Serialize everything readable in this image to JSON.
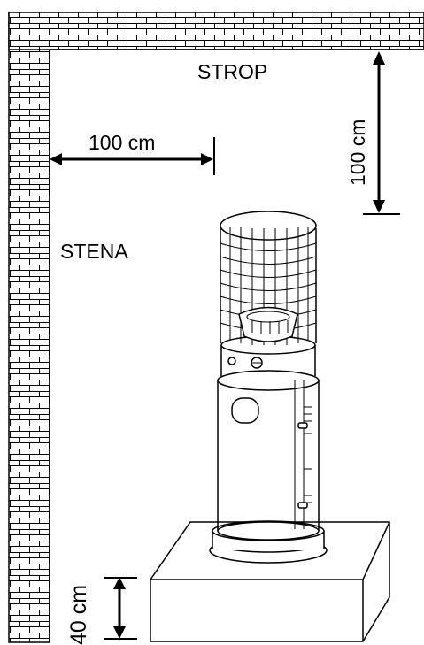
{
  "labels": {
    "ceiling": "STROP",
    "wall": "STENA",
    "wall_distance": "100 cm",
    "ceiling_distance": "100 cm",
    "base_height": "40 cm"
  },
  "colors": {
    "line": "#000000",
    "background": "#ffffff"
  },
  "icons": {
    "heater": "patio-heater-icon"
  }
}
